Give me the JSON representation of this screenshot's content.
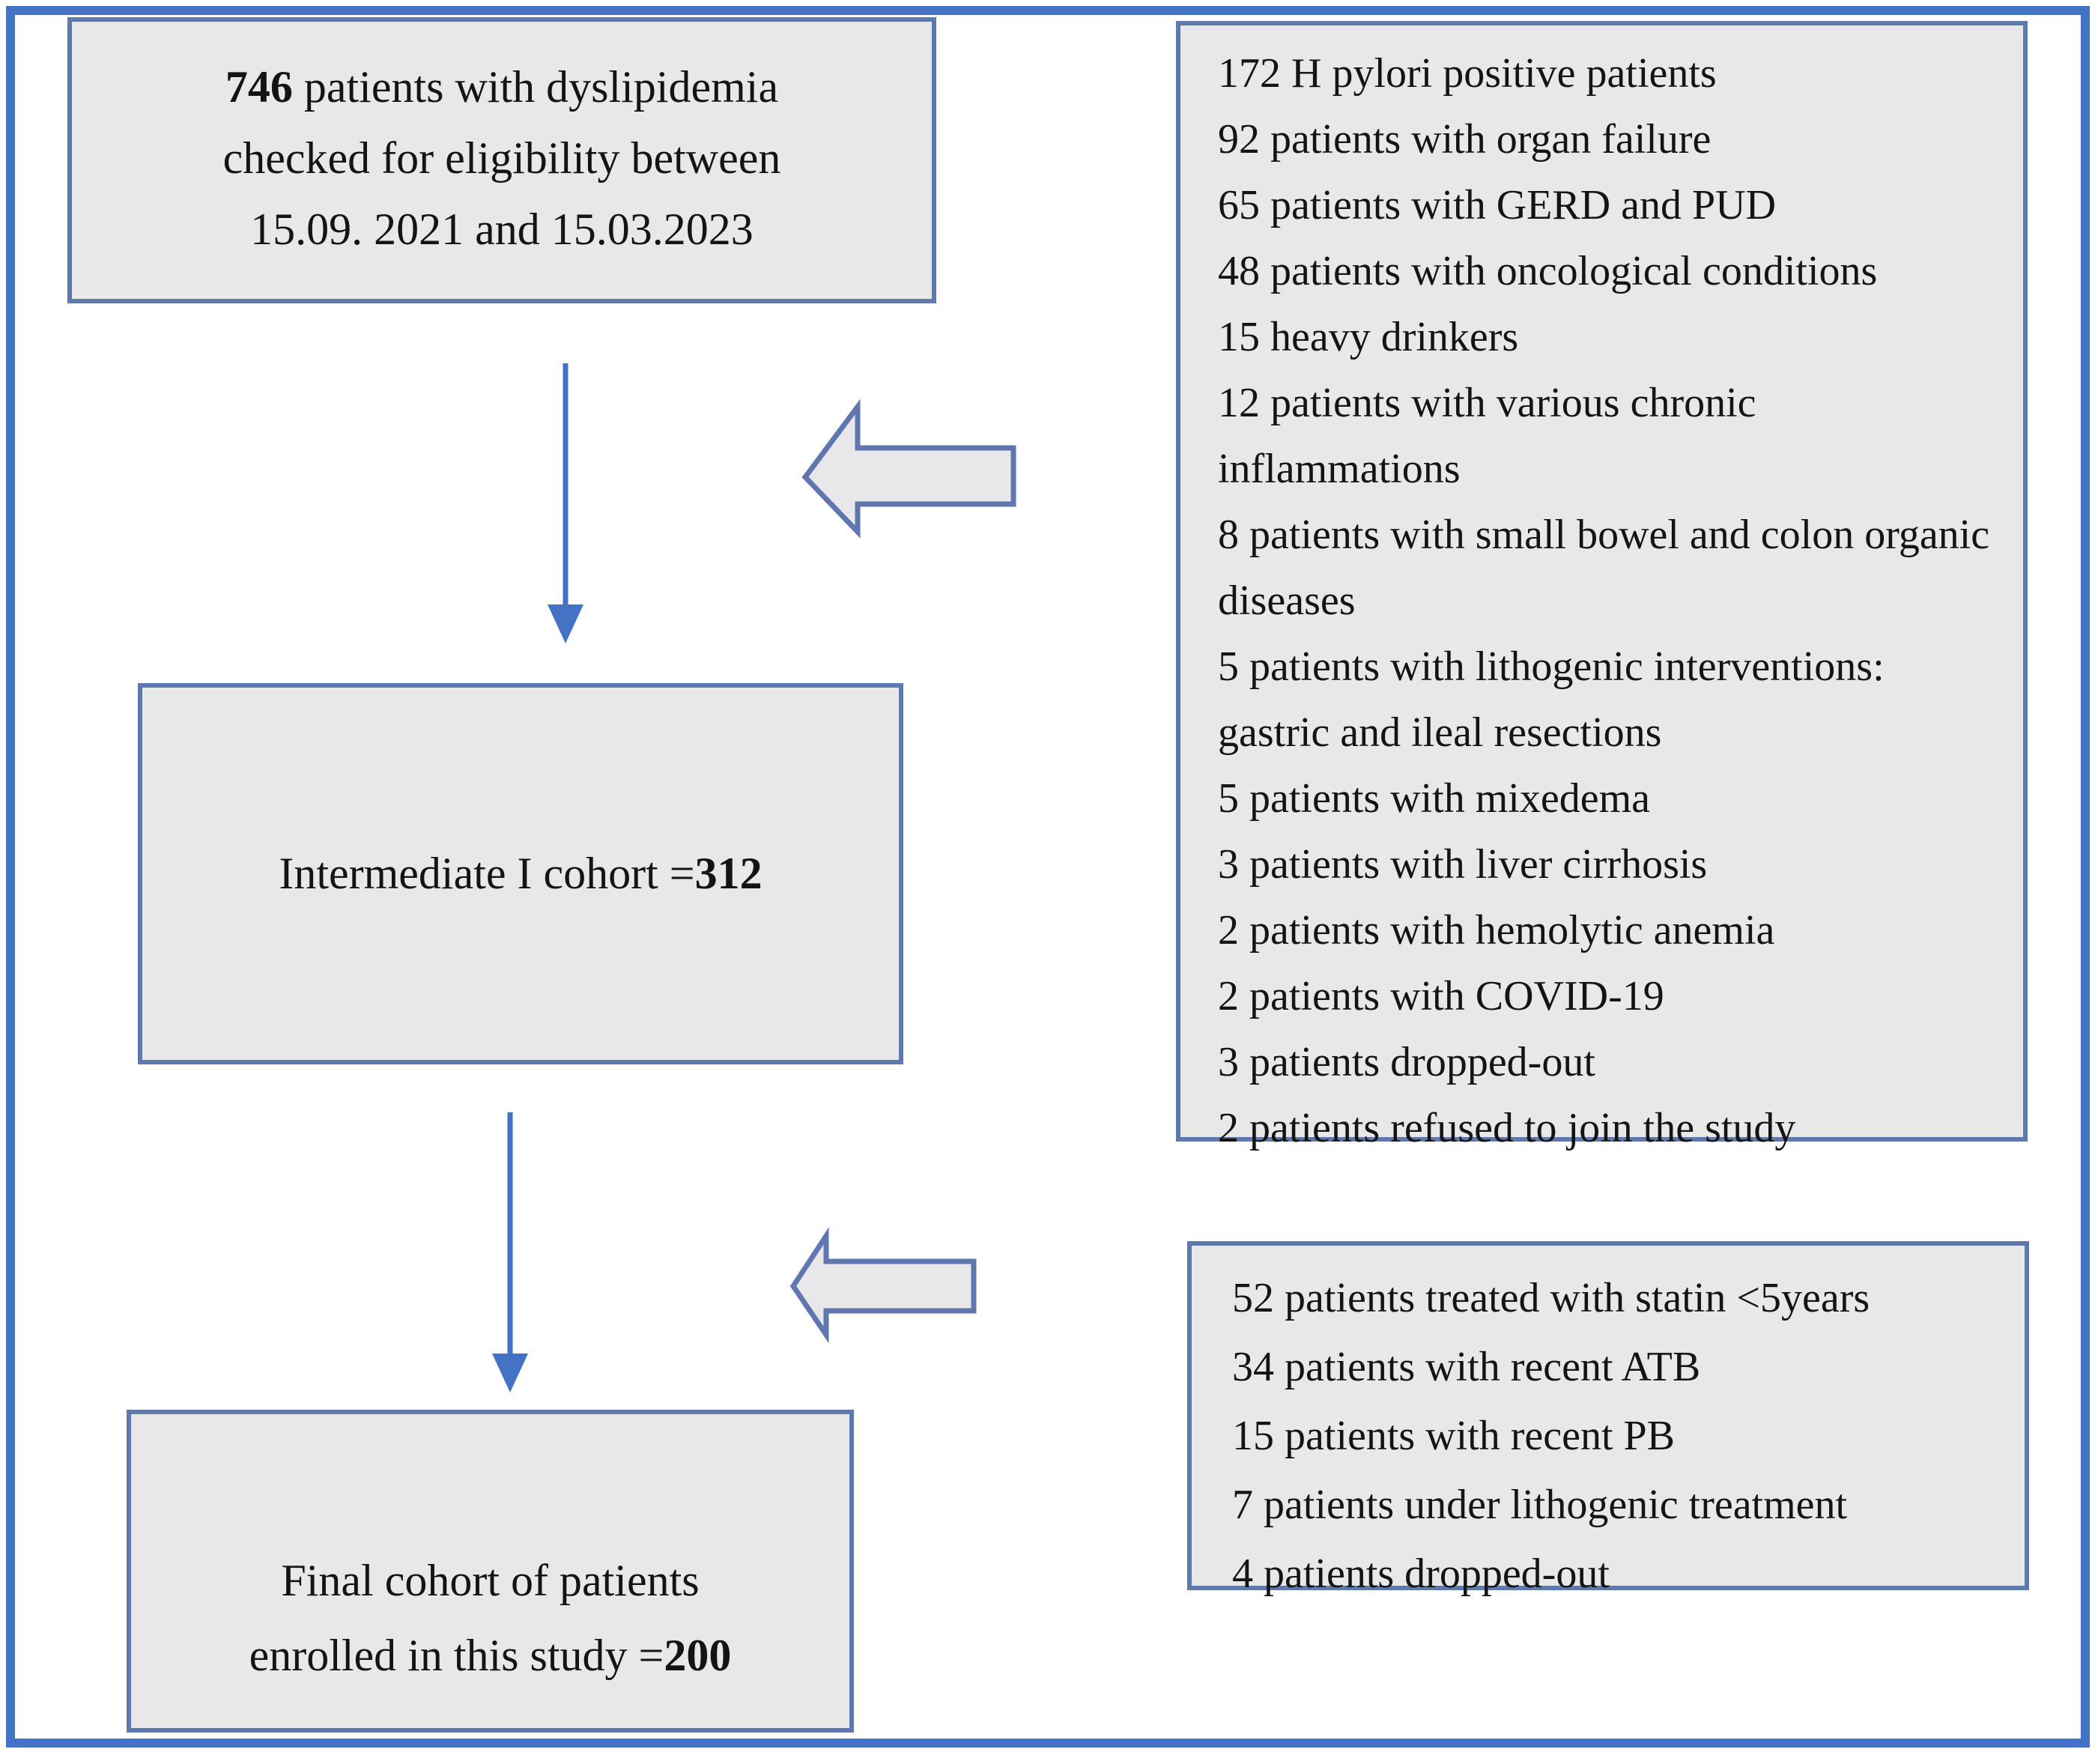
{
  "flow": {
    "eligibility_box": {
      "count": "746",
      "line1_rest": " patients with dyslipidemia",
      "line2": "checked for eligibility between",
      "line3": "15.09. 2021 and 15.03.2023"
    },
    "intermediate_box": {
      "label": "Intermediate I cohort =",
      "count": "312"
    },
    "final_box": {
      "line1": "Final cohort of patients",
      "line2_label": "enrolled in this study =",
      "count": "200"
    }
  },
  "exclusions_top": {
    "items": [
      "172 H pylori positive patients",
      "92 patients with organ failure",
      "65 patients with GERD and PUD",
      "48 patients with oncological conditions",
      "15 heavy drinkers",
      "12 patients with various chronic inflammations",
      "8 patients with small bowel and colon organic diseases",
      "5 patients with lithogenic interventions: gastric and ileal resections",
      "5 patients with mixedema",
      "3 patients with liver cirrhosis",
      "2 patients with hemolytic anemia",
      "2 patients with COVID-19",
      "3 patients dropped-out",
      "2 patients refused to join the study"
    ]
  },
  "exclusions_bottom": {
    "items": [
      "52 patients treated with statin <5years",
      "34 patients with recent ATB",
      "15 patients with recent PB",
      "7 patients under lithogenic treatment",
      "4 patients dropped-out"
    ]
  },
  "icons": {
    "down_arrow": "down-arrow",
    "left_block_arrow": "left-block-arrow"
  },
  "colors": {
    "outer_border": "#4472c4",
    "box_border": "#5e79ad",
    "box_fill": "#e9e8e8",
    "flow_arrow": "#4472c4",
    "block_arrow_fill": "#e8e7ea",
    "block_arrow_border": "#5f77ae",
    "text": "#141414"
  }
}
